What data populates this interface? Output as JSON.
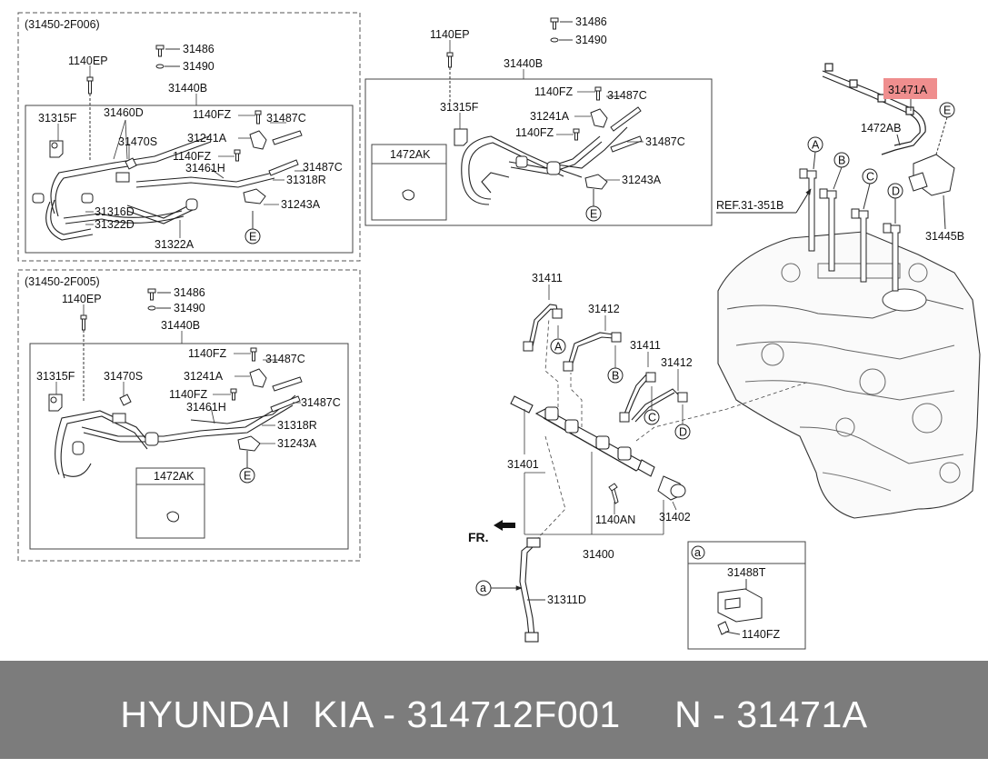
{
  "panels": {
    "top_left_title": "(31450-2F006)",
    "bottom_left_title": "(31450-2F005)"
  },
  "labels": {
    "p1140EP": "1140EP",
    "p31486": "31486",
    "p31490": "31490",
    "p31440B": "31440B",
    "p31315F": "31315F",
    "p31460D": "31460D",
    "p1140FZ": "1140FZ",
    "p31487C": "31487C",
    "p31470S": "31470S",
    "p31241A": "31241A",
    "p31461H": "31461H",
    "p31318R": "31318R",
    "p31316D": "31316D",
    "p31322D": "31322D",
    "p31243A": "31243A",
    "p31322A": "31322A",
    "p1472AK": "1472AK",
    "E": "E",
    "A": "A",
    "B": "B",
    "C": "C",
    "D": "D",
    "p31471A": "31471A",
    "p1472AB": "1472AB",
    "ref": "REF.31-351B",
    "p31445B": "31445B",
    "p31411": "31411",
    "p31412": "31412",
    "p31401": "31401",
    "p1140AN": "1140AN",
    "p31402": "31402",
    "p31400": "31400",
    "fr": "FR.",
    "a": "a",
    "p31311D": "31311D",
    "p31488T": "31488T"
  },
  "footer": {
    "text": "HYUNDAI  KIA - 314712F001     N - 31471A"
  },
  "colors": {
    "highlight_fill": "#ef8e8e",
    "footer_bg": "#7c7c7c",
    "line": "#222222"
  }
}
